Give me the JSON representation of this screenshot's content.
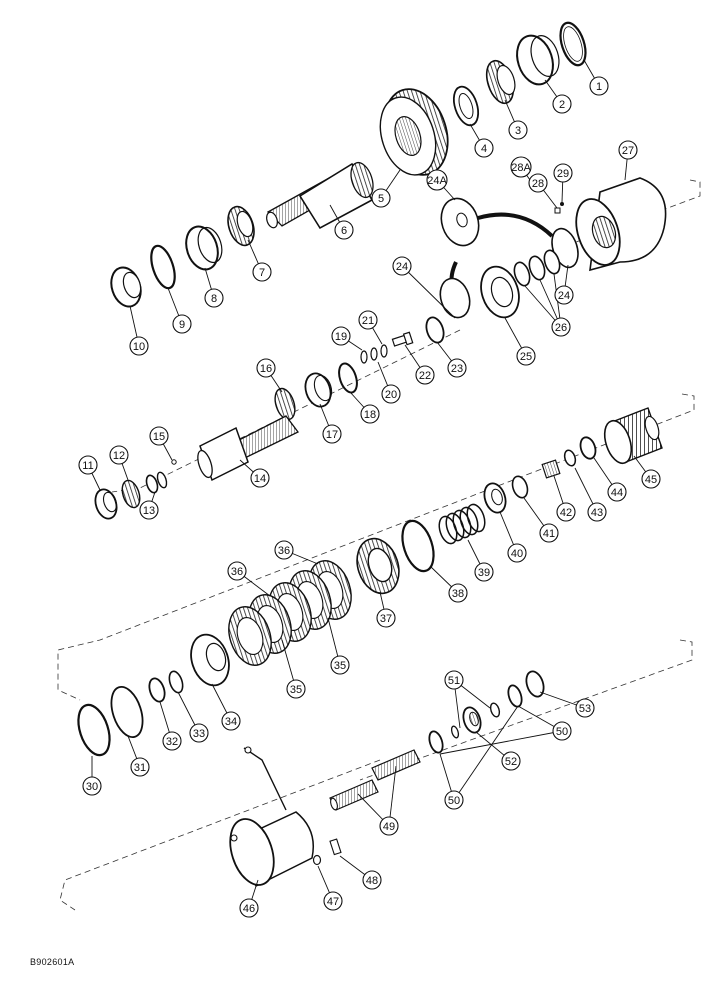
{
  "figure": {
    "code": "B902601A",
    "callouts": [
      "1",
      "2",
      "3",
      "4",
      "5",
      "6",
      "7",
      "8",
      "9",
      "10",
      "11",
      "12",
      "13",
      "14",
      "15",
      "16",
      "17",
      "18",
      "19",
      "20",
      "21",
      "22",
      "23",
      "24",
      "24A",
      "25",
      "26",
      "27",
      "28",
      "28A",
      "29",
      "30",
      "31",
      "32",
      "33",
      "34",
      "35",
      "36",
      "37",
      "38",
      "39",
      "40",
      "41",
      "42",
      "43",
      "44",
      "45",
      "46",
      "47",
      "48",
      "49",
      "50",
      "51",
      "52",
      "53"
    ]
  }
}
